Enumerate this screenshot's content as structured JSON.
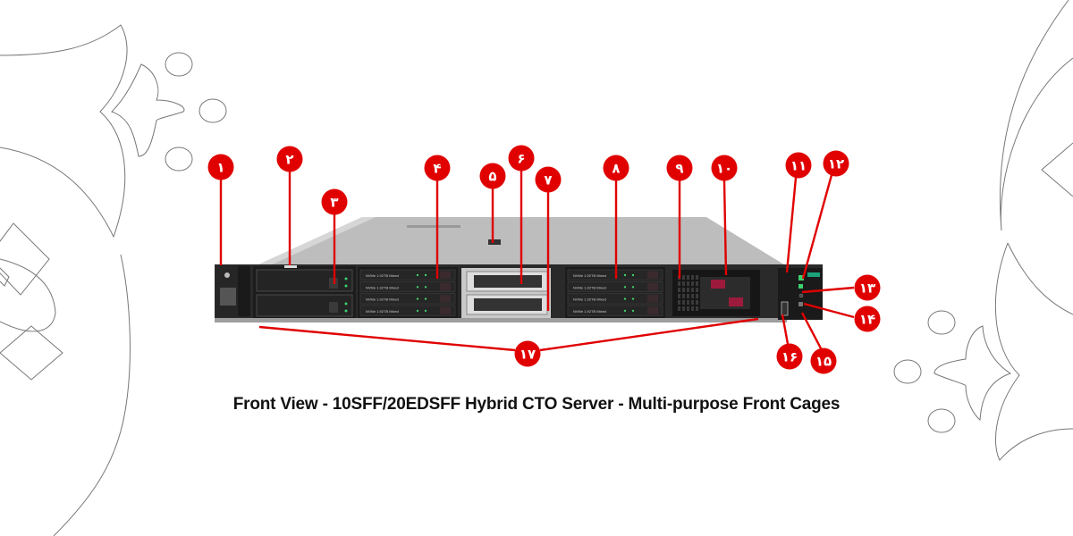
{
  "caption": "Front View - 10SFF/20EDSFF Hybrid CTO Server - Multi-purpose Front Cages",
  "colors": {
    "callout": "#e00000",
    "background": "#ffffff",
    "ornament": "#666666",
    "chassis_top": "#b8b8b8",
    "chassis_front": "#1e1e1e",
    "led_green": "#3bd16f",
    "tab_red": "#9c1b3c"
  },
  "callouts": [
    {
      "id": "1",
      "label": "۱"
    },
    {
      "id": "2",
      "label": "۲"
    },
    {
      "id": "3",
      "label": "۳"
    },
    {
      "id": "4",
      "label": "۴"
    },
    {
      "id": "5",
      "label": "۵"
    },
    {
      "id": "6",
      "label": "۶"
    },
    {
      "id": "7",
      "label": "۷"
    },
    {
      "id": "8",
      "label": "۸"
    },
    {
      "id": "9",
      "label": "۹"
    },
    {
      "id": "10",
      "label": "۱۰"
    },
    {
      "id": "11",
      "label": "۱۱"
    },
    {
      "id": "12",
      "label": "۱۲"
    },
    {
      "id": "13",
      "label": "۱۳"
    },
    {
      "id": "14",
      "label": "۱۴"
    },
    {
      "id": "15",
      "label": "۱۵"
    },
    {
      "id": "16",
      "label": "۱۶"
    },
    {
      "id": "17",
      "label": "۱۷"
    }
  ],
  "server": {
    "drive_bay_label": "NVMe 1.92TB Mixed"
  }
}
